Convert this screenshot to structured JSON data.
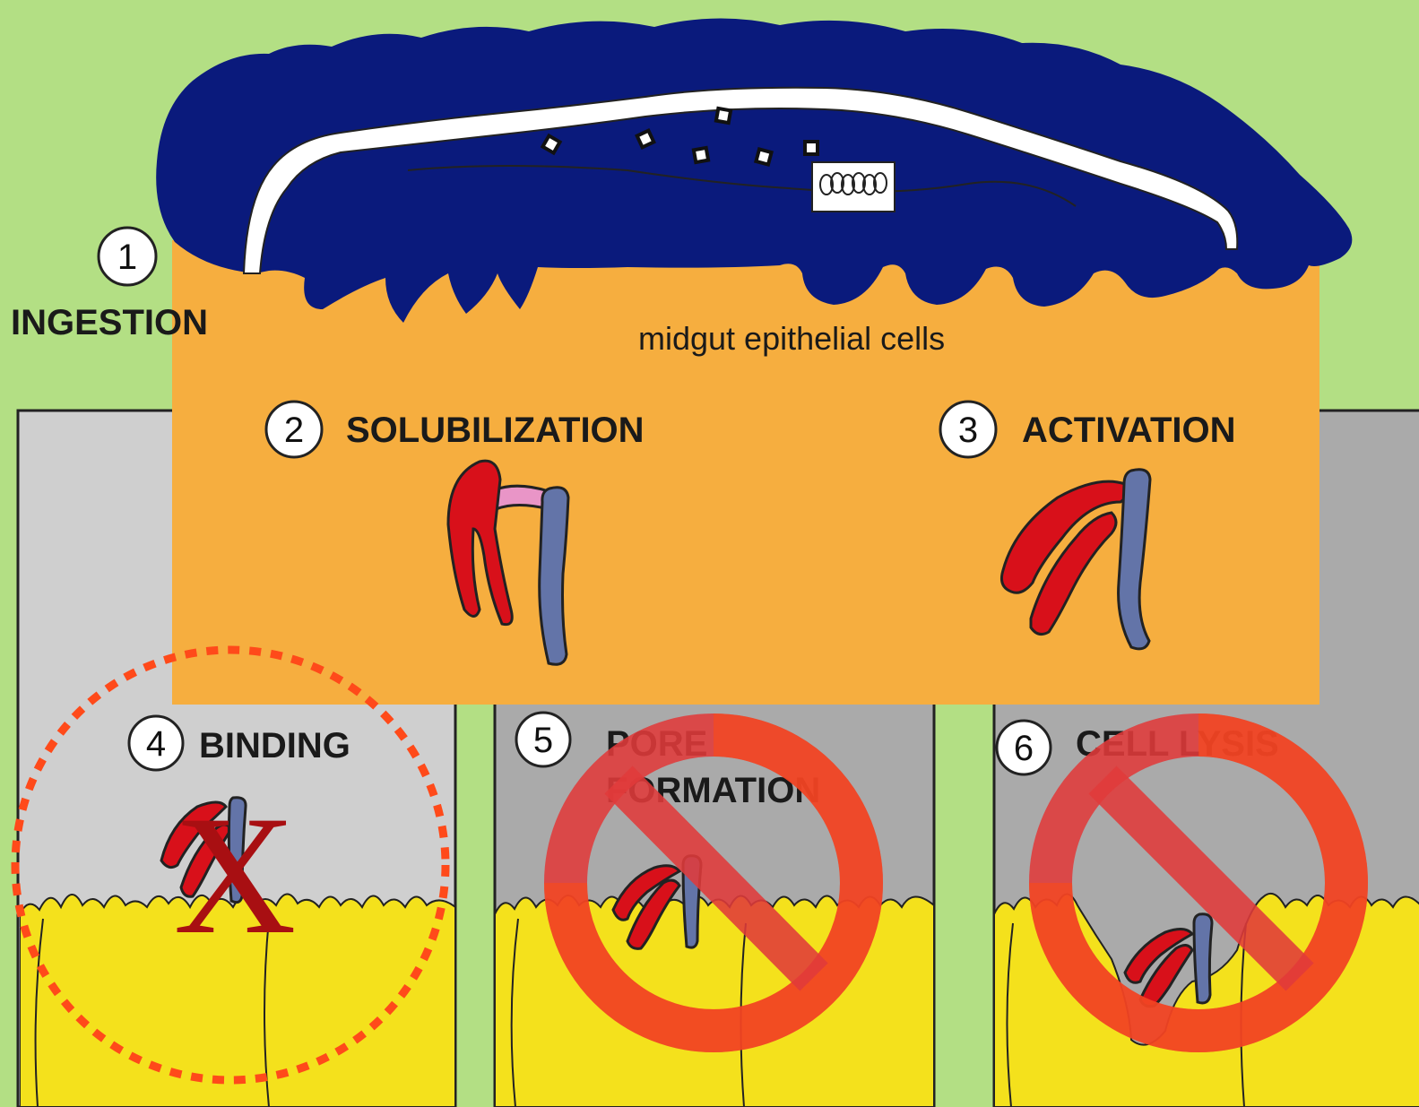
{
  "colors": {
    "background": "#b3df84",
    "larva": "#0a1a7c",
    "gut_lumen": "#ffffff",
    "midgut_region": "#f6ae3f",
    "panel_grey_light": "#cfcfcf",
    "panel_grey_dark": "#aaaaaa",
    "epithelium": "#f4e11c",
    "toxin_red": "#d8101a",
    "toxin_blue": "#6374a8",
    "toxin_pink": "#e995c7",
    "prohibit_red": "#e03a3a",
    "prohibit_orange": "#ff4a12",
    "x_mark": "#a80f12",
    "dotted_circle": "#ff4a1a"
  },
  "steps": [
    {
      "number": "1",
      "label": "INGESTION"
    },
    {
      "number": "2",
      "label": "SOLUBILIZATION"
    },
    {
      "number": "3",
      "label": "ACTIVATION"
    },
    {
      "number": "4",
      "label": "BINDING"
    },
    {
      "number": "5",
      "label_line1": "PORE",
      "label_line2": "FORMATION"
    },
    {
      "number": "6",
      "label": "CELL LYSIS"
    }
  ],
  "midgut_label": "midgut epithelial cells",
  "overlays": {
    "binding_mark": "X",
    "prohibit_icons": [
      "pore-formation",
      "cell-lysis"
    ]
  }
}
